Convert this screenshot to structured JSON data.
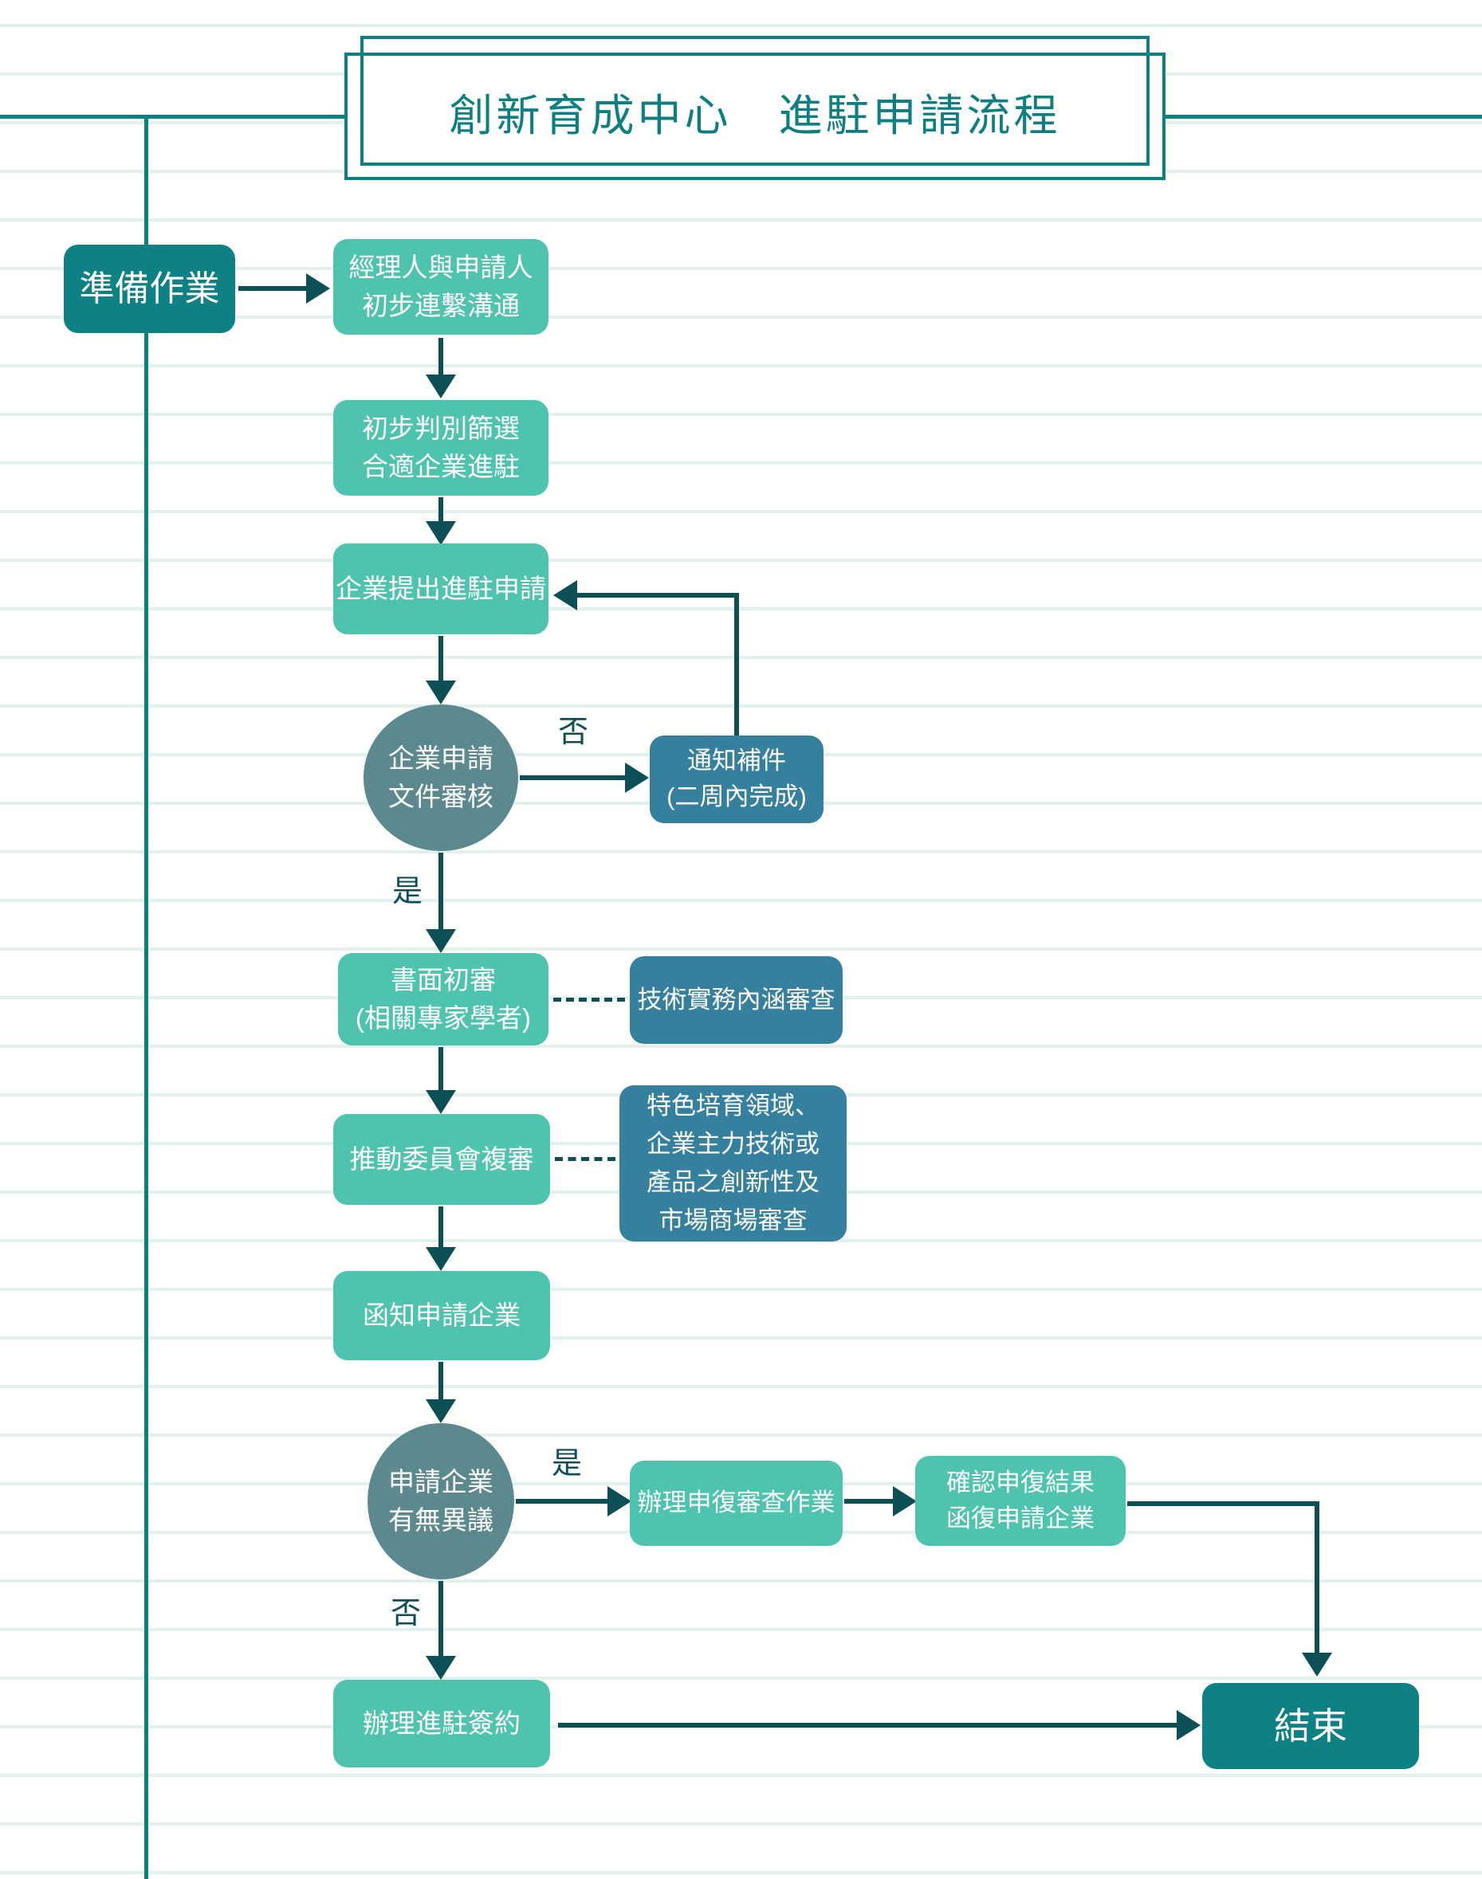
{
  "page": {
    "title": "創新育成中心　進駐申請流程"
  },
  "decision_labels": {
    "yes": "是",
    "no": "否"
  },
  "nodes": {
    "prep": {
      "label": "準備作業"
    },
    "contact": {
      "lines": [
        "經理人與申請人",
        "初步連繫溝通"
      ]
    },
    "screen": {
      "lines": [
        "初步判別篩選",
        "合適企業進駐"
      ]
    },
    "apply": {
      "label": "企業提出進駐申請"
    },
    "doc_review": {
      "lines": [
        "企業申請",
        "文件審核"
      ]
    },
    "notify": {
      "lines": [
        "通知補件",
        "(二周內完成)"
      ]
    },
    "paper_review": {
      "lines": [
        "書面初審",
        "(相關專家學者)"
      ]
    },
    "tech_review": {
      "label": "技術實務內涵審查"
    },
    "committee": {
      "label": "推動委員會複審"
    },
    "criteria": {
      "lines": [
        "特色培育領域、",
        "企業主力技術或",
        "產品之創新性及",
        "市場商場審查"
      ]
    },
    "inform": {
      "label": "函知申請企業"
    },
    "objection": {
      "lines": [
        "申請企業",
        "有無異議"
      ]
    },
    "appeal": {
      "label": "辦理申復審查作業"
    },
    "confirm": {
      "lines": [
        "確認申復結果",
        "函復申請企業"
      ]
    },
    "contract": {
      "label": "辦理進駐簽約"
    },
    "end": {
      "label": "結束"
    }
  },
  "colors": {
    "accent_teal": "#0c7f82",
    "dark_node": "#0d8184",
    "green_node": "#4ec3ad",
    "blue_node": "#36809f",
    "circle_node": "#5b898e",
    "arrow": "#0c4f55",
    "ruled_line": "#e2f0ef"
  }
}
